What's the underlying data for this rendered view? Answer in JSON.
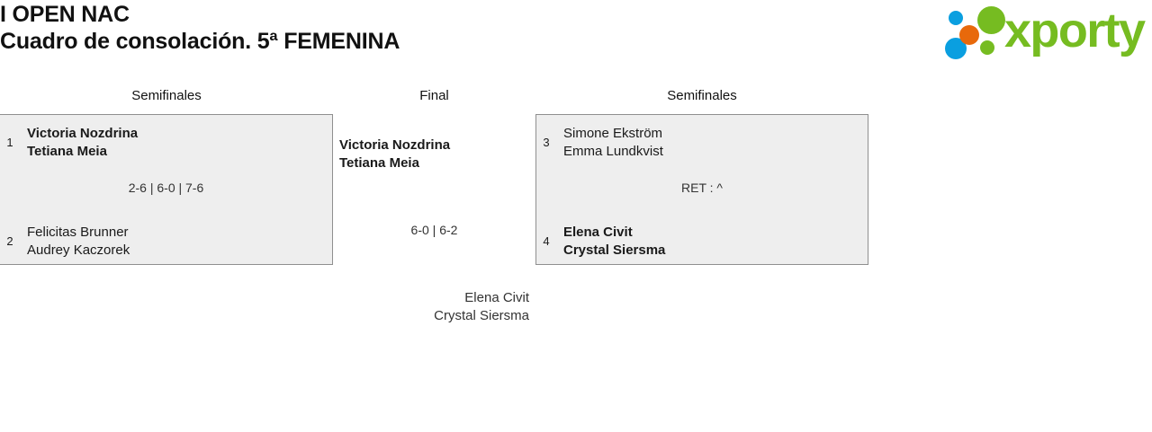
{
  "header": {
    "title_line1": "I OPEN NAC",
    "title_line2": "Cuadro de consolación. 5ª FEMENINA",
    "logo": {
      "wordmark": "xporty",
      "green": "#76bc21",
      "blue": "#0a9fe0",
      "orange": "#e8690b"
    }
  },
  "bracket": {
    "rounds": [
      {
        "key": "semifinal_left",
        "label": "Semifinales"
      },
      {
        "key": "final",
        "label": "Final"
      },
      {
        "key": "semifinal_right",
        "label": "Semifinales"
      }
    ],
    "semifinal_left": {
      "score": "2-6 | 6-0 | 7-6",
      "top": {
        "seed": "1",
        "player1": "Victoria Nozdrina",
        "player2": "Tetiana Meia",
        "winner": true
      },
      "bottom": {
        "seed": "2",
        "player1": "Felicitas Brunner",
        "player2": "Audrey Kaczorek",
        "winner": false
      }
    },
    "semifinal_right": {
      "score": "RET : ^",
      "top": {
        "seed": "3",
        "player1": "Simone Ekström",
        "player2": "Emma Lundkvist",
        "winner": false
      },
      "bottom": {
        "seed": "4",
        "player1": "Elena Civit",
        "player2": "Crystal Siersma",
        "winner": true
      }
    },
    "final": {
      "score": "6-0 | 6-2",
      "winner": {
        "player1": "Victoria Nozdrina",
        "player2": "Tetiana Meia"
      },
      "runner_up": {
        "player1": "Elena Civit",
        "player2": "Crystal Siersma"
      }
    }
  }
}
